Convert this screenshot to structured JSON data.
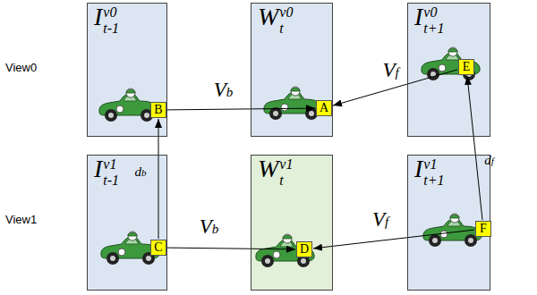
{
  "diagram": {
    "nodes": [
      {
        "text": [
          "I",
          "t-1",
          "v0"
        ]
      },
      {
        "text": [
          "B"
        ],
        "in": 0
      },
      {
        "text": [
          "W",
          "t",
          "v0"
        ]
      },
      {
        "text": [
          "A"
        ],
        "in": 2
      },
      {
        "text": [
          "I",
          "t+1",
          "v0"
        ]
      },
      {
        "text": [
          "E"
        ],
        "in": 4
      },
      {
        "text": [
          "I",
          "t-1",
          "v1"
        ]
      },
      {
        "text": [
          "C"
        ],
        "in": 6
      },
      {
        "text": [
          "W",
          "t",
          "v1"
        ]
      },
      {
        "text": [
          "D"
        ],
        "in": 8
      },
      {
        "text": [
          "I",
          "t+1",
          "v1"
        ]
      },
      {
        "text": [
          "F"
        ],
        "in": 10
      }
    ],
    "edges": [
      {
        "from": 1,
        "to": 3,
        "label": "Vb",
        "arrow": "to"
      },
      {
        "from": 5,
        "to": 3,
        "label": "Vf",
        "arrow": "to"
      },
      {
        "from": 7,
        "to": 9,
        "label": "Vb",
        "arrow": "to"
      },
      {
        "from": 11,
        "to": 9,
        "label": "Vf",
        "arrow": "to"
      },
      {
        "from": 7,
        "to": 1,
        "label": "db",
        "arrow": "to"
      },
      {
        "from": 11,
        "to": 5,
        "label": "df",
        "arrow": "to"
      }
    ],
    "labels": [
      "View0",
      "View1"
    ]
  }
}
